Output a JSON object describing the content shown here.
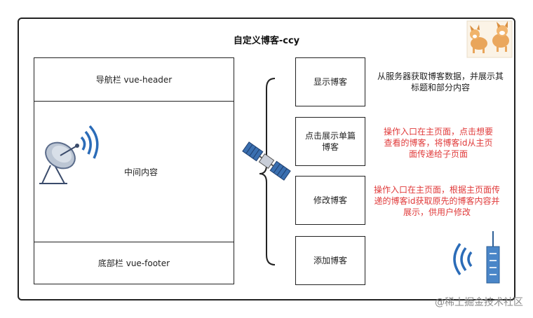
{
  "diagram": {
    "title": "自定义博客-ccy",
    "layout": {
      "header_label": "导航栏  vue-header",
      "content_label": "中间内容",
      "footer_label": "底部栏  vue-footer"
    },
    "functions": [
      {
        "line1": "显示博客",
        "line2": ""
      },
      {
        "line1": "点击展示单篇",
        "line2": "博客"
      },
      {
        "line1": "修改博客",
        "line2": ""
      },
      {
        "line1": "添加博客",
        "line2": ""
      }
    ],
    "descriptions": [
      {
        "lines": [
          "从服务器获取博客数据，并展示其",
          "标题和部分内容"
        ],
        "color": "#222222"
      },
      {
        "lines": [
          "操作入口在主页面，点击想要",
          "查看的博客，将博客id从主页",
          "面传递给子页面"
        ],
        "color": "#e03a3a"
      },
      {
        "lines": [
          "操作入口在主页面，根据主页面传",
          "递的博客id获取原先的博客内容并",
          "展示，供用户修改"
        ],
        "color": "#e03a3a"
      }
    ],
    "icons": [
      "dogs-image",
      "satellite-dish-icon",
      "satellite-icon",
      "antenna-tower-icon"
    ],
    "watermark": "@稀土掘金技术社区"
  }
}
